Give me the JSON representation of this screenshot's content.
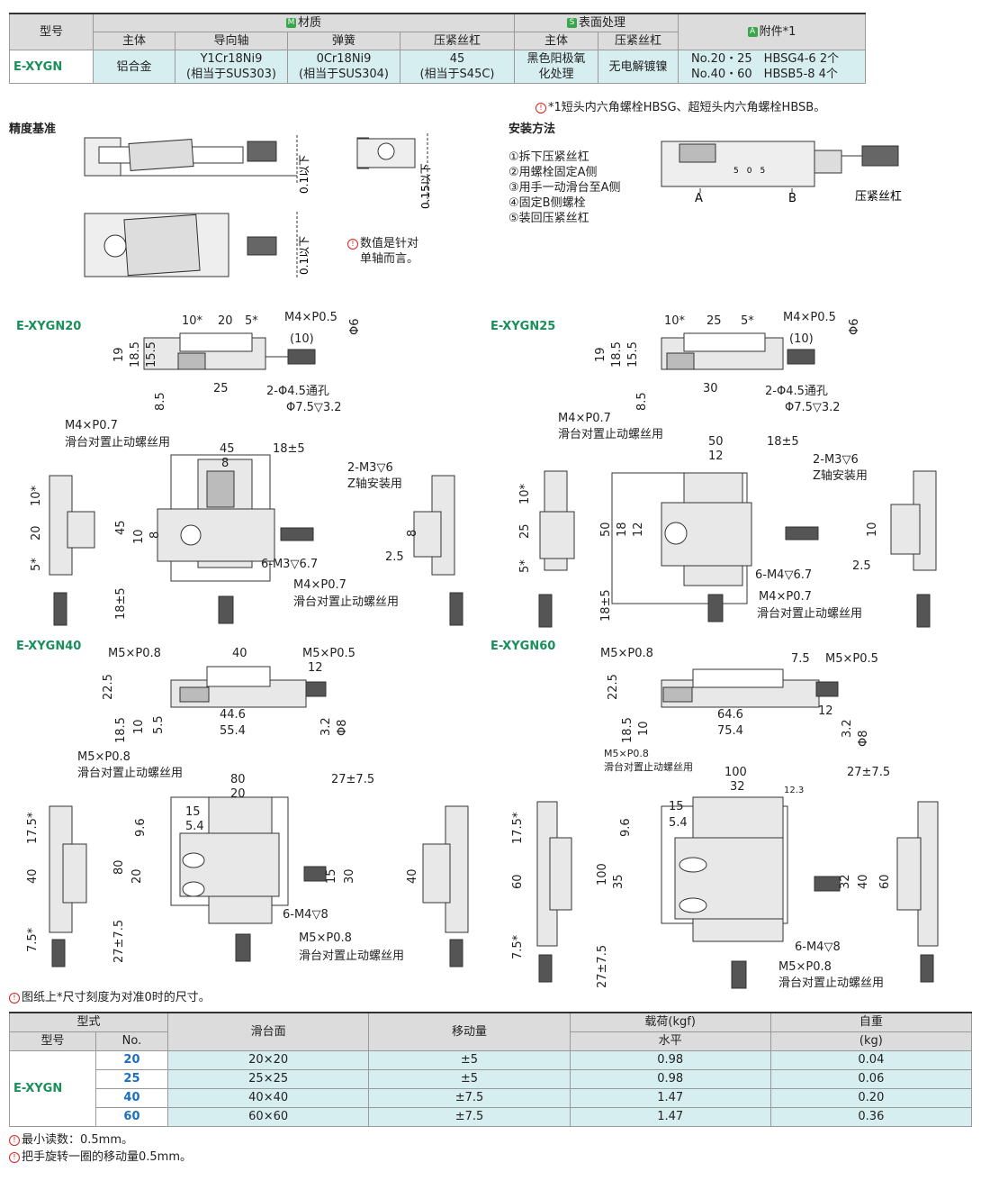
{
  "spec_table": {
    "h_model": "型号",
    "h_material": "材质",
    "h_surface": "表面处理",
    "h_accessory": "附件*1",
    "badge_m": "M",
    "badge_s": "S",
    "badge_a": "A",
    "sub": [
      "主体",
      "导向轴",
      "弹簧",
      "压紧丝杠",
      "主体",
      "压紧丝杠"
    ],
    "row": {
      "model": "E-XYGN",
      "body": "铝合金",
      "guide_1": "Y1Cr18Ni9",
      "guide_2": "(相当于SUS303)",
      "spring_1": "0Cr18Ni9",
      "spring_2": "(相当于SUS304)",
      "screw_1": "45",
      "screw_2": "(相当于S45C)",
      "surf_body_1": "黑色阳极氧",
      "surf_body_2": "化处理",
      "surf_screw": "无电解镀镍",
      "acc_1": "No.20・25　HBSG4-6  2个",
      "acc_2": "No.40・60　HBSB5-8  4个"
    },
    "footnote": "*1短头内六角螺栓HBSG、超短头内六角螺栓HBSB。"
  },
  "precision": {
    "title": "精度基准",
    "dim_a": "0.1以下",
    "dim_b": "0.15以下",
    "dim_c": "0.1以下",
    "note_1": "数值是针对",
    "note_2": "单轴而言。"
  },
  "install": {
    "title": "安装方法",
    "steps": [
      "①拆下压紧丝杠",
      "②用螺栓固定A侧",
      "③用手一动滑台至A侧",
      "④固定B侧螺栓",
      "⑤装回压紧丝杠"
    ],
    "label_a": "A",
    "label_b": "B",
    "label_screw": "压紧丝杠",
    "scale": "5　0　5"
  },
  "drawings": {
    "xygn20": {
      "title": "E-XYGN20",
      "d_10": "10*",
      "d_20": "20",
      "d_5": "5*",
      "m4": "M4×P0.5",
      "phi6": "Φ6",
      "d10p": "(10)",
      "d19": "19",
      "d185": "18.5",
      "d155": "15.5",
      "d85": "8.5",
      "d25": "25",
      "hole": "2-Φ4.5通孔",
      "cb": "Φ7.5▽3.2",
      "lock1": "M4×P0.7",
      "lock1b": "滑台对置止动螺丝用",
      "d45": "45",
      "d8": "8",
      "d185b": "18±5",
      "z_1": "2-M3▽6",
      "z_2": "Z轴安装用",
      "v10": "10*",
      "v20": "20",
      "v5": "5*",
      "v45": "45",
      "v10b": "10",
      "v8": "8",
      "v8b": "8",
      "v25": "2.5",
      "m3": "6-M3▽6.7",
      "lock2": "M4×P0.7",
      "lock2b": "滑台对置止动螺丝用",
      "v185": "18±5"
    },
    "xygn25": {
      "title": "E-XYGN25",
      "d_10": "10*",
      "d_25": "25",
      "d_5": "5*",
      "m4": "M4×P0.5",
      "phi6": "Φ6",
      "d10p": "(10)",
      "d19": "19",
      "d185": "18.5",
      "d155": "15.5",
      "d85": "8.5",
      "d30": "30",
      "hole": "2-Φ4.5通孔",
      "cb": "Φ7.5▽3.2",
      "lock1": "M4×P0.7",
      "lock1b": "滑台对置止动螺丝用",
      "d50": "50",
      "d12": "12",
      "d185b": "18±5",
      "z_1": "2-M3▽6",
      "z_2": "Z轴安装用",
      "v10": "10*",
      "v25": "25",
      "v5": "5*",
      "v50": "50",
      "v18": "18",
      "v12": "12",
      "v10b": "10",
      "v25b": "2.5",
      "m4b": "6-M4▽6.7",
      "lock2": "M4×P0.7",
      "lock2b": "滑台对置止动螺丝用",
      "v185": "18±5"
    },
    "xygn40": {
      "title": "E-XYGN40",
      "m5": "M5×P0.8",
      "d40": "40",
      "m5b": "M5×P0.5",
      "d12": "12",
      "d225": "22.5",
      "d185": "18.5",
      "d10": "10",
      "d55": "5.5",
      "d446": "44.6",
      "d554": "55.4",
      "d32": "3.2",
      "phi8": "Φ8",
      "lock1": "M5×P0.8",
      "lock1b": "滑台对置止动螺丝用",
      "d80": "80",
      "d20": "20",
      "d275": "27±7.5",
      "d15": "15",
      "d54": "5.4",
      "d96": "9.6",
      "v175": "17.5*",
      "v40": "40",
      "v75": "7.5*",
      "v80": "80",
      "v20": "20",
      "v15": "15",
      "v30": "30",
      "v40b": "40",
      "m4": "6-M4▽8",
      "v275": "27±7.5",
      "lock2": "M5×P0.8",
      "lock2b": "滑台对置止动螺丝用"
    },
    "xygn60": {
      "title": "E-XYGN60",
      "m5": "M5×P0.8",
      "d75": "7.5",
      "m5b": "M5×P0.5",
      "d225": "22.5",
      "d185": "18.5",
      "d10": "10",
      "d646": "64.6",
      "d754": "75.4",
      "d12": "12",
      "d32": "3.2",
      "phi8": "Φ8",
      "lock1": "M5×P0.8",
      "lock1b": "滑台对置止动螺丝用",
      "d100": "100",
      "d32b": "32",
      "d123": "12.3",
      "d275": "27±7.5",
      "d15": "15",
      "d54": "5.4",
      "d96": "9.6",
      "v175": "17.5*",
      "v60": "60",
      "v75": "7.5*",
      "v100": "100",
      "v35": "35",
      "v32": "32",
      "v40": "40",
      "v60b": "60",
      "m4": "6-M4▽8",
      "v275": "27±7.5",
      "lock2": "M5×P0.8",
      "lock2b": "滑台对置止动螺丝用"
    },
    "scale_note": "图纸上*尺寸刻度为对准0时的尺寸。"
  },
  "data_table": {
    "h_type": "型式",
    "h_model": "型号",
    "h_no": "No.",
    "h_surface": "滑台面",
    "h_travel": "移动量",
    "h_load": "载荷(kgf)",
    "h_load_sub": "水平",
    "h_weight": "自重",
    "h_weight_sub": "(kg)",
    "model": "E-XYGN",
    "rows": [
      {
        "no": "20",
        "surface": "20×20",
        "travel": "±5",
        "load": "0.98",
        "weight": "0.04"
      },
      {
        "no": "25",
        "surface": "25×25",
        "travel": "±5",
        "load": "0.98",
        "weight": "0.06"
      },
      {
        "no": "40",
        "surface": "40×40",
        "travel": "±7.5",
        "load": "1.47",
        "weight": "0.20"
      },
      {
        "no": "60",
        "surface": "60×60",
        "travel": "±7.5",
        "load": "1.47",
        "weight": "0.36"
      }
    ]
  },
  "notes": {
    "n1": "最小读数：0.5mm。",
    "n2": "把手旋转一圈的移动量0.5mm。"
  },
  "colors": {
    "model_green": "#1a8f5a",
    "number_blue": "#1b6fc0",
    "cell_teal": "#d7eef1",
    "header_gray": "#dcdcdc",
    "badge_green": "#3aa54a",
    "warn_red": "#d22222"
  }
}
